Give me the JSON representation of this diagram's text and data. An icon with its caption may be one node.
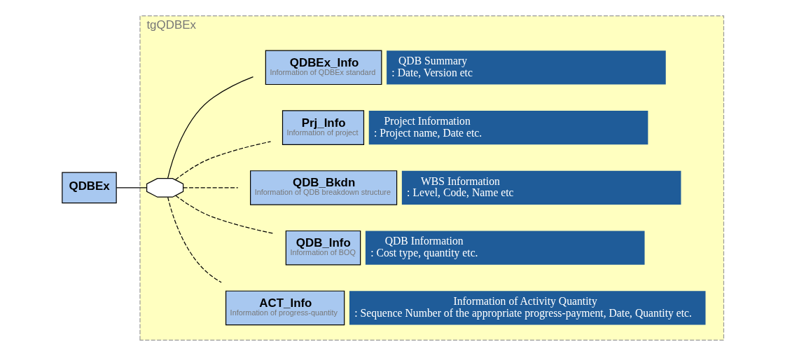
{
  "diagram": {
    "nodes": [
      {
        "text": [
          "QDBEx"
        ]
      },
      {
        "text": [
          "tgQDBEx"
        ]
      },
      {
        "text": [],
        "shape": "octagon",
        "in": 1
      },
      {
        "text": [
          "QDBEx_Info",
          "Information of QDBEx standard",
          "QDB Summary",
          ": Date, Version etc"
        ],
        "in": 1
      },
      {
        "text": [
          "Prj_Info",
          "Information of project",
          "Project Information",
          ": Project name, Date etc."
        ],
        "in": 1
      },
      {
        "text": [
          "QDB_Bkdn",
          "Information of QDB breakdown structure",
          "WBS Information",
          ": Level, Code, Name etc"
        ],
        "in": 1
      },
      {
        "text": [
          "QDB_Info",
          "Information of BOQ",
          "QDB Information",
          ": Cost type, quantity etc."
        ],
        "in": 1
      },
      {
        "text": [
          "ACT_Info",
          "Information of progress-quantity",
          "Information of Activity Quantity",
          ": Sequence Number of the appropriate progress-payment, Date, Quantity etc."
        ],
        "in": 1
      }
    ],
    "edges": [
      {
        "from": 0,
        "to": 2,
        "arrow": "none"
      },
      {
        "from": 2,
        "to": 3,
        "arrow": "none"
      },
      {
        "from": 2,
        "to": 4,
        "arrow": "none",
        "style": "dashed"
      },
      {
        "from": 2,
        "to": 5,
        "arrow": "none",
        "style": "dashed"
      },
      {
        "from": 2,
        "to": 6,
        "arrow": "none",
        "style": "dashed"
      },
      {
        "from": 2,
        "to": 7,
        "arrow": "none",
        "style": "dashed"
      }
    ]
  }
}
